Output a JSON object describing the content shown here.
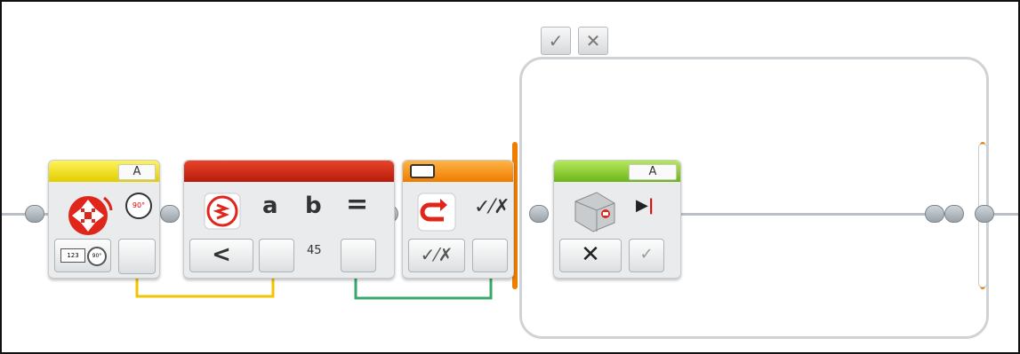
{
  "blocks": {
    "rotation_sensor": {
      "port": "A",
      "degrees_icon_label": "90°",
      "value_label": "90°"
    },
    "compare": {
      "input_a": "a",
      "input_b": "b",
      "operator": "=",
      "compare_op": "<",
      "value_b": "45"
    },
    "loop_interrupt": {
      "result_label": "✓⁄✗",
      "mode_label": "✓⁄✗"
    },
    "motor": {
      "port": "A",
      "mode_label": "✕",
      "output_label": "✓"
    }
  },
  "switch": {
    "true_tab": "✓",
    "false_tab": "✕"
  },
  "colors": {
    "yellow_wire": "#f2c500",
    "green_wire": "#3aa86b",
    "switch_accent": "#ef7d00"
  },
  "icons": {
    "rotation_sensor": "rotation-sensor-icon",
    "compare": "compare-icon",
    "loop_interrupt": "loop-interrupt-icon",
    "motor": "medium-motor-icon"
  }
}
